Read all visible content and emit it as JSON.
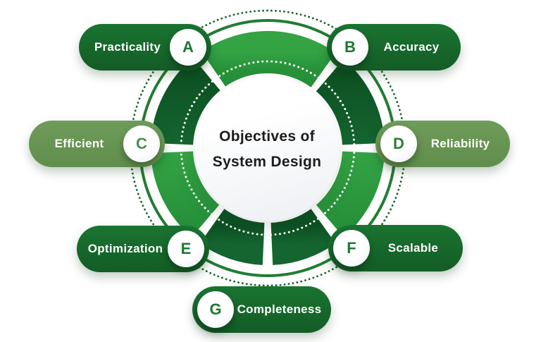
{
  "title": {
    "line1": "Objectives of",
    "line2": "System Design"
  },
  "items": [
    {
      "letter": "A",
      "label": "Practicality"
    },
    {
      "letter": "B",
      "label": "Accuracy"
    },
    {
      "letter": "C",
      "label": "Efficient"
    },
    {
      "letter": "D",
      "label": "Reliability"
    },
    {
      "letter": "E",
      "label": "Optimization"
    },
    {
      "letter": "F",
      "label": "Scalable"
    },
    {
      "letter": "G",
      "label": "Completeness"
    }
  ],
  "colors": {
    "background": "#ffffff",
    "pill-dark-top": "#1a7431",
    "pill-dark-bottom": "#135c26",
    "pill-sage-top": "#6f9c5a",
    "pill-sage-bottom": "#618d4c",
    "segment-bright-top": "#33a344",
    "segment-bright-bottom": "#27913a",
    "segment-dark-top": "#0d5123",
    "segment-dark-bottom": "#156530",
    "arc-solid": "#217d33",
    "arc-dotted": "#186329",
    "inner-dots": "#ffffff",
    "letter-dark": "#1d7733",
    "letter-c": "#3f9347",
    "letter-d": "#2d7e39",
    "label-text": "#ffffff",
    "title-text": "#1c1c1e"
  }
}
